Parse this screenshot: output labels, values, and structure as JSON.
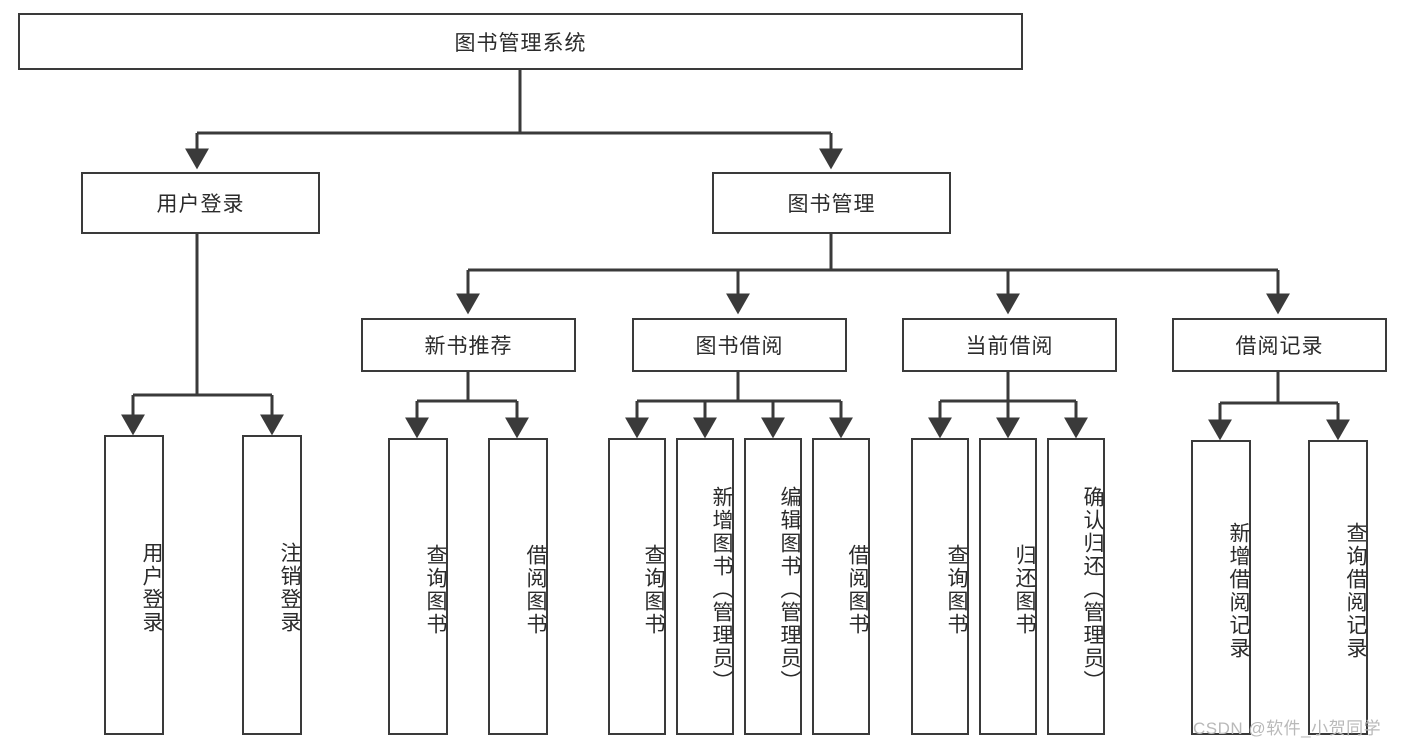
{
  "diagram": {
    "title": "图书管理系统",
    "type": "tree-hierarchy-chart",
    "colors": {
      "background": "#ffffff",
      "node_fill": "#ffffff",
      "node_border": "#3a3a3a",
      "edge": "#3a3a3a",
      "text": "#2b2b2b",
      "watermark": "#b9b9b9"
    },
    "root": {
      "label": "图书管理系统"
    },
    "level2": [
      {
        "label": "用户登录"
      },
      {
        "label": "图书管理"
      }
    ],
    "level3": [
      {
        "label": "新书推荐"
      },
      {
        "label": "图书借阅"
      },
      {
        "label": "当前借阅"
      },
      {
        "label": "借阅记录"
      }
    ],
    "leaves": {
      "user_login": [
        {
          "label": "用户登录"
        },
        {
          "label": "注销登录"
        }
      ],
      "new_book_recommend": [
        {
          "label": "查询图书"
        },
        {
          "label": "借阅图书"
        }
      ],
      "book_borrow": [
        {
          "label": "查询图书"
        },
        {
          "label": "新增图书（管理员）"
        },
        {
          "label": "编辑图书（管理员）"
        },
        {
          "label": "借阅图书"
        }
      ],
      "current_borrow": [
        {
          "label": "查询图书"
        },
        {
          "label": "归还图书"
        },
        {
          "label": "确认归还（管理员）"
        }
      ],
      "borrow_record": [
        {
          "label": "新增借阅记录"
        },
        {
          "label": "查询借阅记录"
        }
      ]
    },
    "watermark": "CSDN @软件_小贺同学"
  }
}
